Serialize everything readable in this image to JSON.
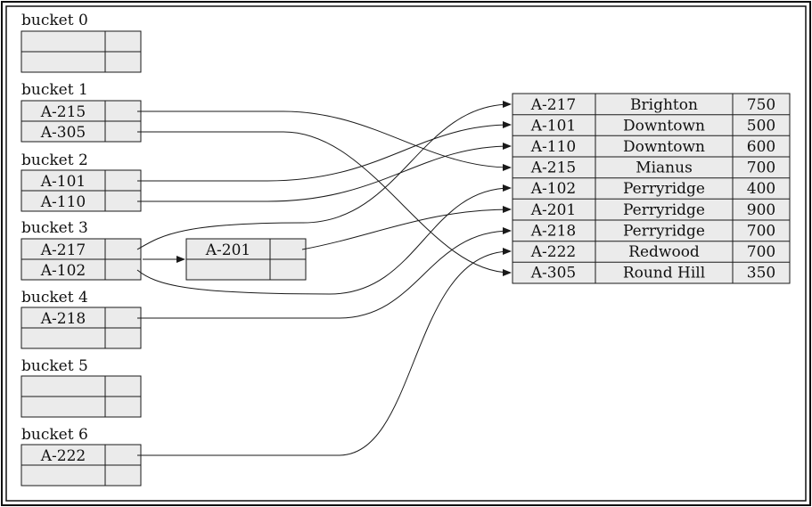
{
  "buckets": [
    {
      "label": "bucket 0",
      "entries": [
        "",
        ""
      ]
    },
    {
      "label": "bucket 1",
      "entries": [
        "A-215",
        "A-305"
      ]
    },
    {
      "label": "bucket 2",
      "entries": [
        "A-101",
        "A-110"
      ]
    },
    {
      "label": "bucket 3",
      "entries": [
        "A-217",
        "A-102"
      ]
    },
    {
      "label": "bucket 4",
      "entries": [
        "A-218",
        ""
      ]
    },
    {
      "label": "bucket 5",
      "entries": [
        "",
        ""
      ]
    },
    {
      "label": "bucket 6",
      "entries": [
        "A-222",
        ""
      ]
    }
  ],
  "overflow": {
    "entries": [
      "A-201",
      ""
    ]
  },
  "table": {
    "rows": [
      [
        "A-217",
        "Brighton",
        "750"
      ],
      [
        "A-101",
        "Downtown",
        "500"
      ],
      [
        "A-110",
        "Downtown",
        "600"
      ],
      [
        "A-215",
        "Mianus",
        "700"
      ],
      [
        "A-102",
        "Perryridge",
        "400"
      ],
      [
        "A-201",
        "Perryridge",
        "900"
      ],
      [
        "A-218",
        "Perryridge",
        "700"
      ],
      [
        "A-222",
        "Redwood",
        "700"
      ],
      [
        "A-305",
        "Round Hill",
        "350"
      ]
    ]
  }
}
